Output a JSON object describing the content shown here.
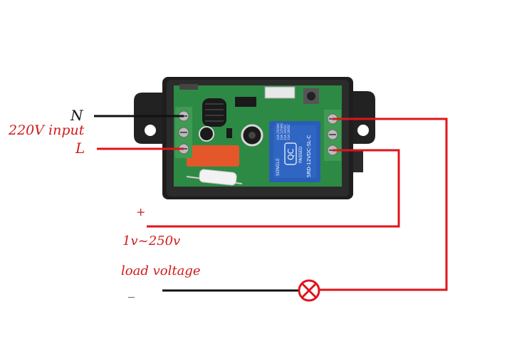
{
  "labels": {
    "neutral": "N",
    "input": "220V input",
    "live": "L",
    "plus": "+",
    "voltage_range": "1v~250v",
    "load_voltage": "load voltage",
    "minus": "_"
  },
  "relay": {
    "brand": "SONGLE",
    "qc": "QC",
    "passed": "PASSED",
    "model": "SRD-12VDC-SL-C",
    "rating_lines": [
      "10A 250VAC",
      "10A 125VAC",
      "10A 30VDC",
      "10A 28VDC"
    ]
  },
  "colors": {
    "live_wire": "#e0141b",
    "neutral_wire": "#111111",
    "label_red": "#d21a1a",
    "label_black": "#111111",
    "enclosure": "#1e1e1e",
    "pcb": "#2d8a45",
    "terminal": "#3f9a52",
    "relay": "#2a5db5",
    "lamp": "#e0141b"
  },
  "icons": {
    "lamp": "load-lamp-icon"
  }
}
